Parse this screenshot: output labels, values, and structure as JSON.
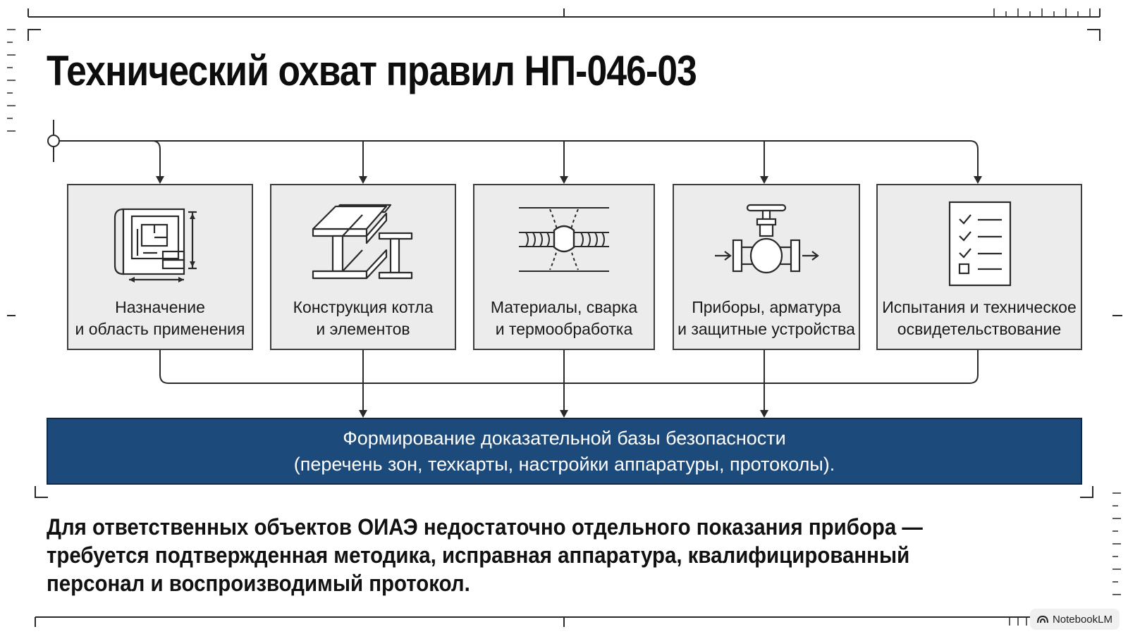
{
  "title": "Технический охват правил НП-046-03",
  "blocks": [
    {
      "line1": "Назначение",
      "line2": "и область применения",
      "icon": "blueprint-icon"
    },
    {
      "line1": "Конструкция котла",
      "line2": "и элементов",
      "icon": "steel-beam-icon"
    },
    {
      "line1": "Материалы, сварка",
      "line2": "и термообработка",
      "icon": "weld-seam-icon"
    },
    {
      "line1": "Приборы, арматура",
      "line2": "и защитные устройства",
      "icon": "valve-icon"
    },
    {
      "line1": "Испытания и техническое",
      "line2": "освидетельствование",
      "icon": "checklist-icon"
    }
  ],
  "banner": {
    "line1": "Формирование доказательной базы безопасности",
    "line2": "(перечень зон, техкарты, настройки аппаратуры, протоколы)."
  },
  "summary": "Для ответственных объектов ОИАЭ недостаточно отдельного показания прибора — требуется подтвержденная методика, исправная аппаратура, квалифицированный персонал и воспроизводимый протокол.",
  "watermark": "NotebookLM",
  "colors": {
    "banner": "#1c4a7b",
    "card": "#ececec",
    "line": "#2a2a2a"
  }
}
